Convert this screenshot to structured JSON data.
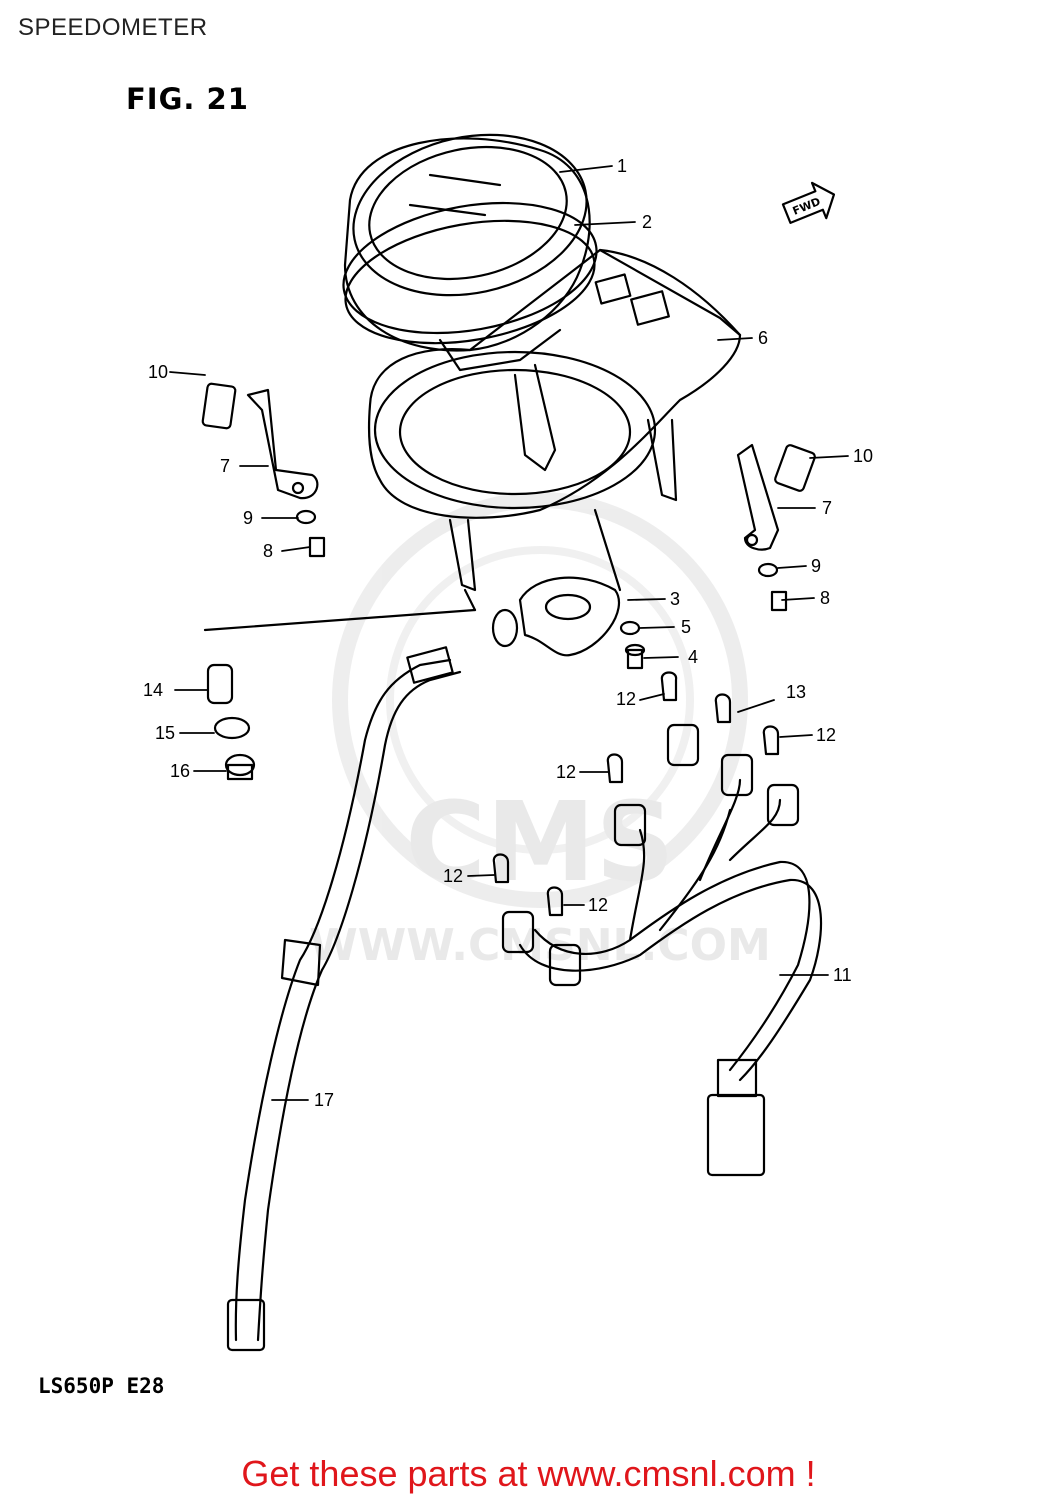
{
  "header": {
    "title": "SPEEDOMETER"
  },
  "figure": {
    "label": "FIG. 21",
    "model_code": "LS650P  E28",
    "direction_tag": "FWD"
  },
  "watermark": {
    "logo_text": "CMS",
    "url_text": "WWW.CMSNL.COM"
  },
  "callouts": [
    {
      "id": "c1",
      "label": "1"
    },
    {
      "id": "c2",
      "label": "2"
    },
    {
      "id": "c3",
      "label": "3"
    },
    {
      "id": "c4",
      "label": "4"
    },
    {
      "id": "c5",
      "label": "5"
    },
    {
      "id": "c6",
      "label": "6"
    },
    {
      "id": "c7a",
      "label": "7"
    },
    {
      "id": "c7b",
      "label": "7"
    },
    {
      "id": "c8a",
      "label": "8"
    },
    {
      "id": "c8b",
      "label": "8"
    },
    {
      "id": "c9a",
      "label": "9"
    },
    {
      "id": "c9b",
      "label": "9"
    },
    {
      "id": "c10a",
      "label": "10"
    },
    {
      "id": "c10b",
      "label": "10"
    },
    {
      "id": "c11",
      "label": "11"
    },
    {
      "id": "c12a",
      "label": "12"
    },
    {
      "id": "c12b",
      "label": "12"
    },
    {
      "id": "c12c",
      "label": "12"
    },
    {
      "id": "c12d",
      "label": "12"
    },
    {
      "id": "c12e",
      "label": "12"
    },
    {
      "id": "c13",
      "label": "13"
    },
    {
      "id": "c14",
      "label": "14"
    },
    {
      "id": "c15",
      "label": "15"
    },
    {
      "id": "c16",
      "label": "16"
    },
    {
      "id": "c17",
      "label": "17"
    }
  ],
  "footer": {
    "link_text": "Get these parts at www.cmsnl.com !",
    "link_color": "#e0161b"
  }
}
